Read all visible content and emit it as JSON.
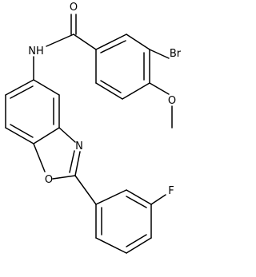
{
  "molecule": {
    "atoms": {
      "O_carbonyl": "O",
      "NH": "NH",
      "Br": "Br",
      "O_methoxy": "O",
      "N_oxazole": "N",
      "O_oxazole": "O",
      "F": "F"
    }
  }
}
